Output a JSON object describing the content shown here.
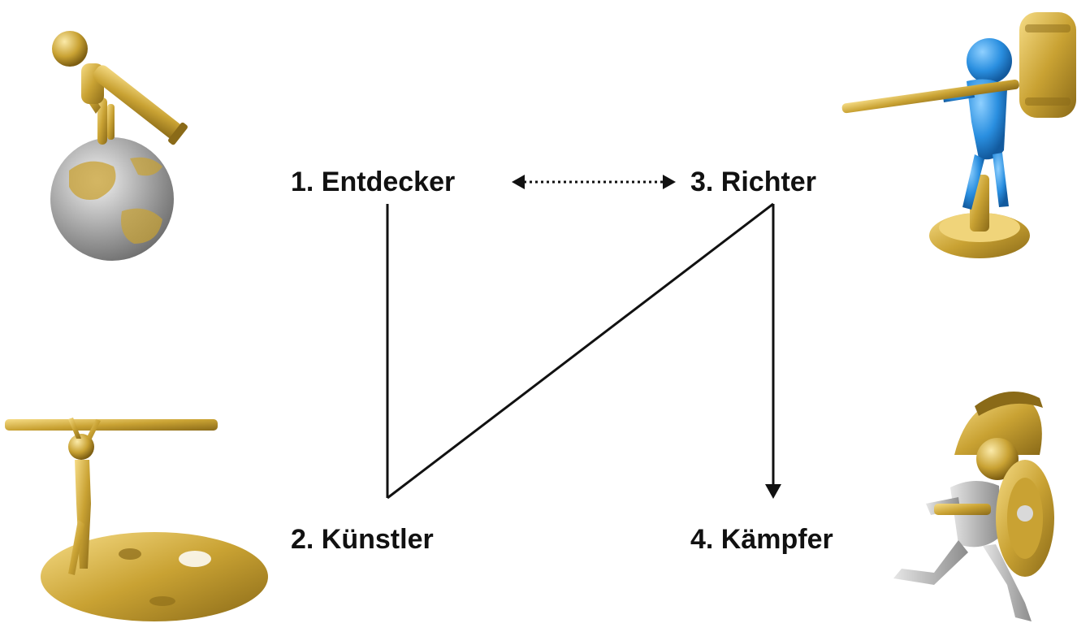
{
  "diagram": {
    "nodes": [
      {
        "id": "1",
        "label": "1. Entdecker",
        "figure": "figure-globe-telescope-icon"
      },
      {
        "id": "2",
        "label": "2. Künstler",
        "figure": "figure-painter-palette-icon"
      },
      {
        "id": "3",
        "label": "3. Richter",
        "figure": "figure-judge-gavel-icon"
      },
      {
        "id": "4",
        "label": "4. Kämpfer",
        "figure": "figure-warrior-shield-icon"
      }
    ],
    "edges": [
      {
        "from": "1",
        "to": "3",
        "style": "dotted",
        "arrows": "both"
      },
      {
        "from": "1",
        "to": "2",
        "style": "solid",
        "arrows": "none"
      },
      {
        "from": "2",
        "to": "3",
        "style": "solid",
        "arrows": "none"
      },
      {
        "from": "3",
        "to": "4",
        "style": "solid",
        "arrows": "end"
      }
    ],
    "colors": {
      "gold": "#c9a233",
      "gold_light": "#f0d47a",
      "gold_dark": "#8a6a18",
      "silver": "#b8b8b8",
      "blue": "#2a8fe0",
      "ink": "#111111"
    }
  }
}
